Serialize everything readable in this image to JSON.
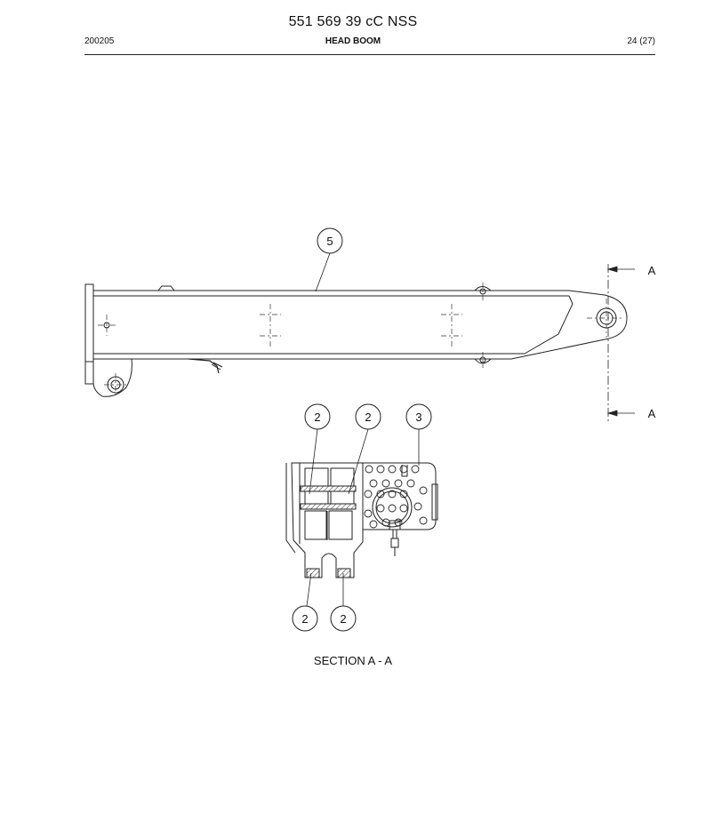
{
  "header": {
    "document_number": "551 569 39 cC NSS",
    "date_code": "200205",
    "section_title": "HEAD BOOM",
    "page_indicator": "24 (27)"
  },
  "drawing": {
    "section_markers": {
      "top": "A",
      "bottom": "A"
    },
    "callouts": {
      "boom": "5",
      "upper_left": "2",
      "upper_middle": "2",
      "valve": "3",
      "lower_left": "2",
      "lower_right": "2"
    },
    "section_caption": "SECTION A - A"
  }
}
